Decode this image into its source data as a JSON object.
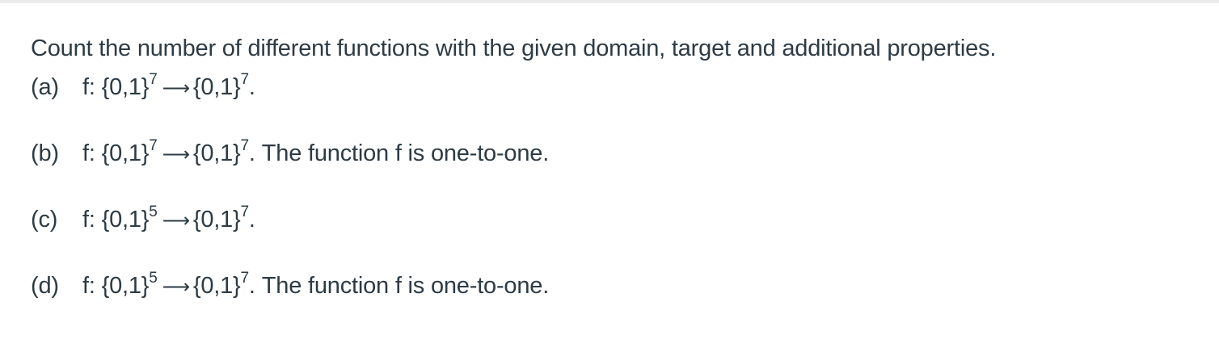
{
  "question": "Count the number of different functions with the given domain, target and additional properties.",
  "items": [
    {
      "label": "(a)",
      "func": "f:",
      "domain_set": "{0,1}",
      "domain_exp": "7",
      "arrow": "⟶",
      "target_set": "{0,1}",
      "target_exp": "7",
      "end": ".",
      "extra": ""
    },
    {
      "label": "(b)",
      "func": "f:",
      "domain_set": "{0,1}",
      "domain_exp": "7",
      "arrow": "⟶",
      "target_set": "{0,1}",
      "target_exp": "7",
      "end": ".",
      "extra": "The function f is one-to-one."
    },
    {
      "label": "(c)",
      "func": "f:",
      "domain_set": "{0,1}",
      "domain_exp": "5",
      "arrow": "⟶",
      "target_set": "{0,1}",
      "target_exp": "7",
      "end": ".",
      "extra": ""
    },
    {
      "label": "(d)",
      "func": "f:",
      "domain_set": "{0,1}",
      "domain_exp": "5",
      "arrow": "⟶",
      "target_set": "{0,1}",
      "target_exp": "7",
      "end": ".",
      "extra": "The function f is one-to-one."
    }
  ]
}
